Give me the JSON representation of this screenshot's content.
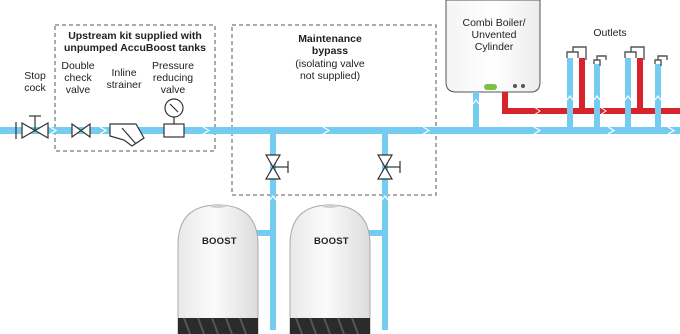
{
  "labels": {
    "stop_cock": "Stop\ncock",
    "double_check_valve": "Double\ncheck\nvalve",
    "inline_strainer": "Inline\nstrainer",
    "pressure_reducing_valve": "Pressure\nreducing\nvalve",
    "upstream_kit": "Upstream kit supplied with\nunpumped AccuBoost tanks",
    "maintenance_bypass_title": "Maintenance\nbypass",
    "maintenance_bypass_note": "(isolating valve\nnot supplied)",
    "combi_boiler": "Combi Boiler/\nUnvented\nCylinder",
    "outlets": "Outlets"
  },
  "tanks": [
    {
      "brand": "BOOST"
    },
    {
      "brand": "BOOST"
    }
  ],
  "colors": {
    "cold_pipe": "#74cdf0",
    "hot_pipe": "#d8232a",
    "boiler_indicator": "#7cc242",
    "dashed_box": "#555555"
  }
}
